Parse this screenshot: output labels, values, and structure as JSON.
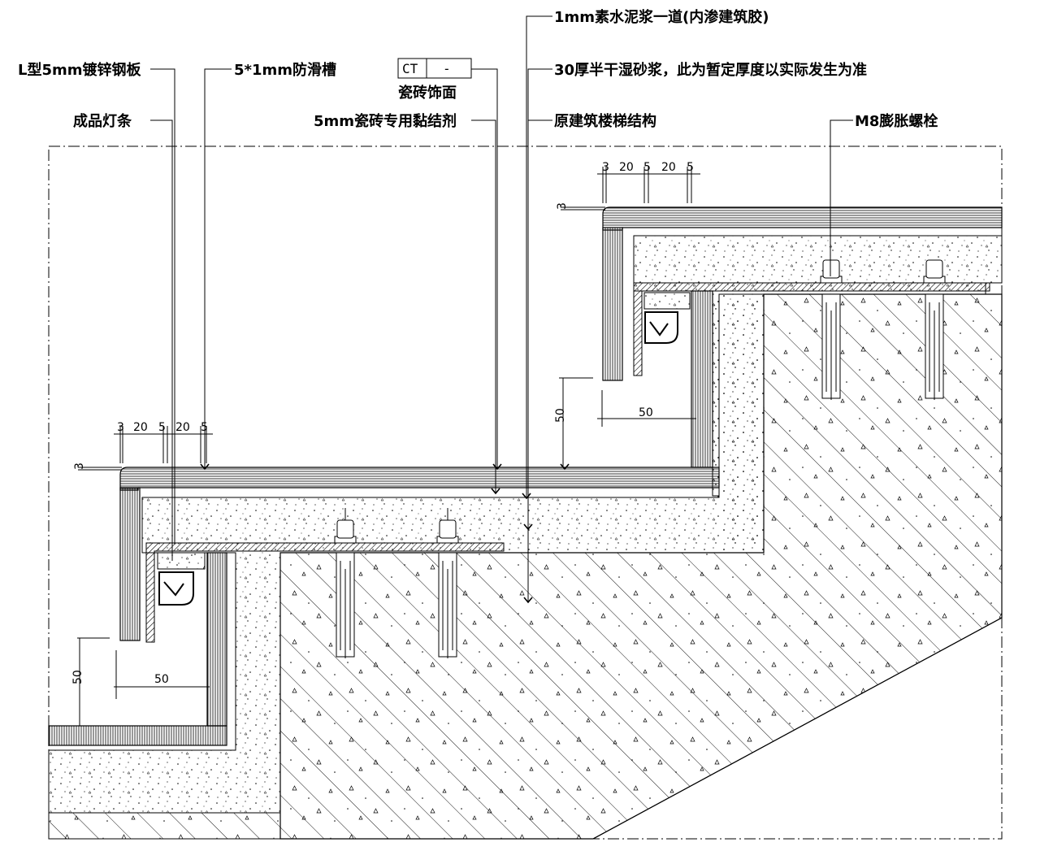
{
  "labels": {
    "l_steel": "L型5mm镀锌钢板",
    "light_strip": "成品灯条",
    "anti_slip": "5*1mm防滑槽",
    "tile_tag_code": "CT",
    "tile_tag_num": "-",
    "tile_face": "瓷砖饰面",
    "tile_adhesive": "5mm瓷砖专用黏结剂",
    "cement_slurry": "1mm素水泥浆一道(内渗建筑胶)",
    "mortar": "30厚半干湿砂浆，此为暂定厚度以实际发生为准",
    "structure": "原建筑楼梯结构",
    "bolt": "M8膨胀螺栓"
  },
  "dims_upper": {
    "a": "3",
    "b": "20",
    "c": "5",
    "d": "20",
    "e": "5",
    "side": "3",
    "w": "50",
    "h": "50"
  },
  "dims_lower": {
    "a": "3",
    "b": "20",
    "c": "5",
    "d": "20",
    "e": "5",
    "side": "3",
    "w": "50",
    "h": "50"
  }
}
